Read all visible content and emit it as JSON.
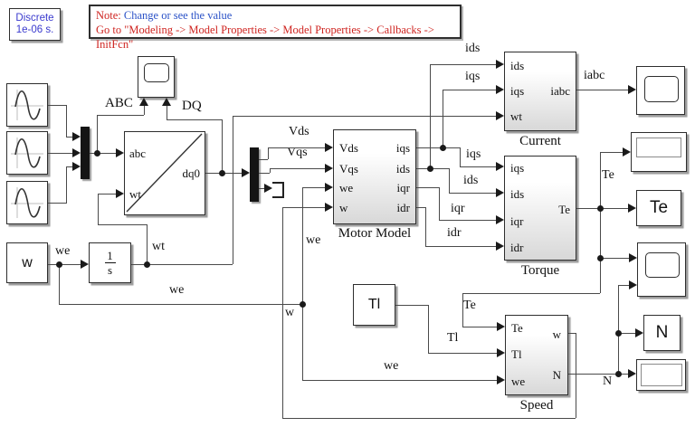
{
  "powergui": {
    "line1": "Discrete",
    "line2": "1e-06 s."
  },
  "note": {
    "prefix": "Note:",
    "line1": " Change or see the value",
    "line2": "Go to \"Modeling -> Model Properties -> Model Properties -> Callbacks -> InitFcn\""
  },
  "colors": {
    "annotation_red": "#cf2420",
    "annotation_blue": "#2b52c7",
    "powergui_blue": "#3a3ace",
    "wire": "#4a4a4a",
    "subsystem_gradient_bottom": "#d8d8d8"
  },
  "blocks": {
    "transform": {
      "in1": "abc",
      "in2": "wt",
      "out": "dq0"
    },
    "integrator": {
      "num": "1",
      "den": "s"
    },
    "w_source": {
      "label": "w"
    },
    "tl_source": {
      "label": "Tl"
    },
    "te_display": {
      "label": "Te"
    },
    "n_display": {
      "label": "N"
    },
    "motor": {
      "name": "Motor Model",
      "inputs": [
        "Vds",
        "Vqs",
        "we",
        "w"
      ],
      "outputs": [
        "iqs",
        "ids",
        "iqr",
        "idr"
      ]
    },
    "current": {
      "name": "Current",
      "inputs": [
        "ids",
        "iqs",
        "wt"
      ],
      "outputs": [
        "iabc"
      ]
    },
    "torque": {
      "name": "Torque",
      "inputs": [
        "iqs",
        "ids",
        "iqr",
        "idr"
      ],
      "outputs": [
        "Te"
      ]
    },
    "speed": {
      "name": "Speed",
      "inputs": [
        "Te",
        "Tl",
        "we"
      ],
      "outputs": [
        "w",
        "N"
      ]
    }
  },
  "signals": {
    "abc_bus": "ABC",
    "dq_bus": "DQ",
    "vds": "Vds",
    "vqs": "Vqs",
    "wt": "wt",
    "we_src": "we",
    "we_mid": "we",
    "we_motor": "we",
    "we_speed": "we",
    "w_fb": "w",
    "ids_cur": "ids",
    "iqs_cur": "iqs",
    "iqs_tq": "iqs",
    "ids_tq": "ids",
    "iqr": "iqr",
    "idr": "idr",
    "iabc": "iabc",
    "te_top": "Te",
    "te_bot": "Te",
    "tl": "Tl",
    "n": "N"
  }
}
